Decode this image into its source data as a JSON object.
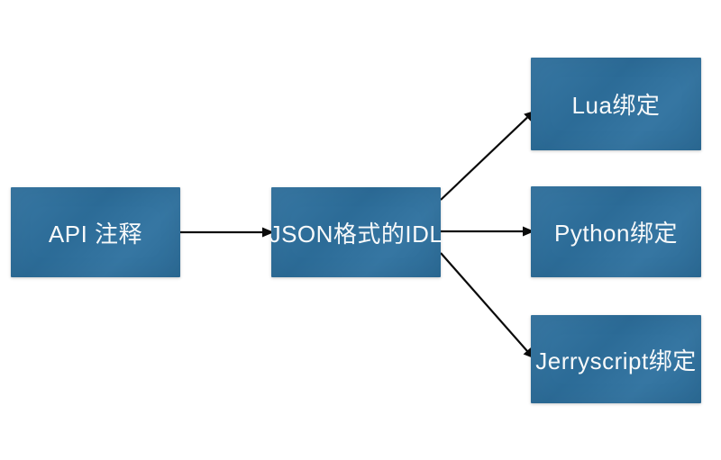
{
  "diagram": {
    "title": "API annotation to language bindings flow",
    "colors": {
      "node_fill": "#2e719f",
      "node_text": "#f7f9fa",
      "arrow_color": "#0b0b0b",
      "canvas_bg": "#ffffff"
    },
    "nodes": [
      {
        "id": "api",
        "label": "API 注释"
      },
      {
        "id": "idl",
        "label": "JSON格式的IDL"
      },
      {
        "id": "lua",
        "label": "Lua绑定"
      },
      {
        "id": "python",
        "label": "Python绑定"
      },
      {
        "id": "jerryscript",
        "label": "Jerryscript绑定"
      }
    ],
    "edges": [
      {
        "from": "API 注释",
        "to": "JSON格式的IDL"
      },
      {
        "from": "JSON格式的IDL",
        "to": "Lua绑定"
      },
      {
        "from": "JSON格式的IDL",
        "to": "Python绑定"
      },
      {
        "from": "JSON格式的IDL",
        "to": "Jerryscript绑定"
      }
    ]
  }
}
